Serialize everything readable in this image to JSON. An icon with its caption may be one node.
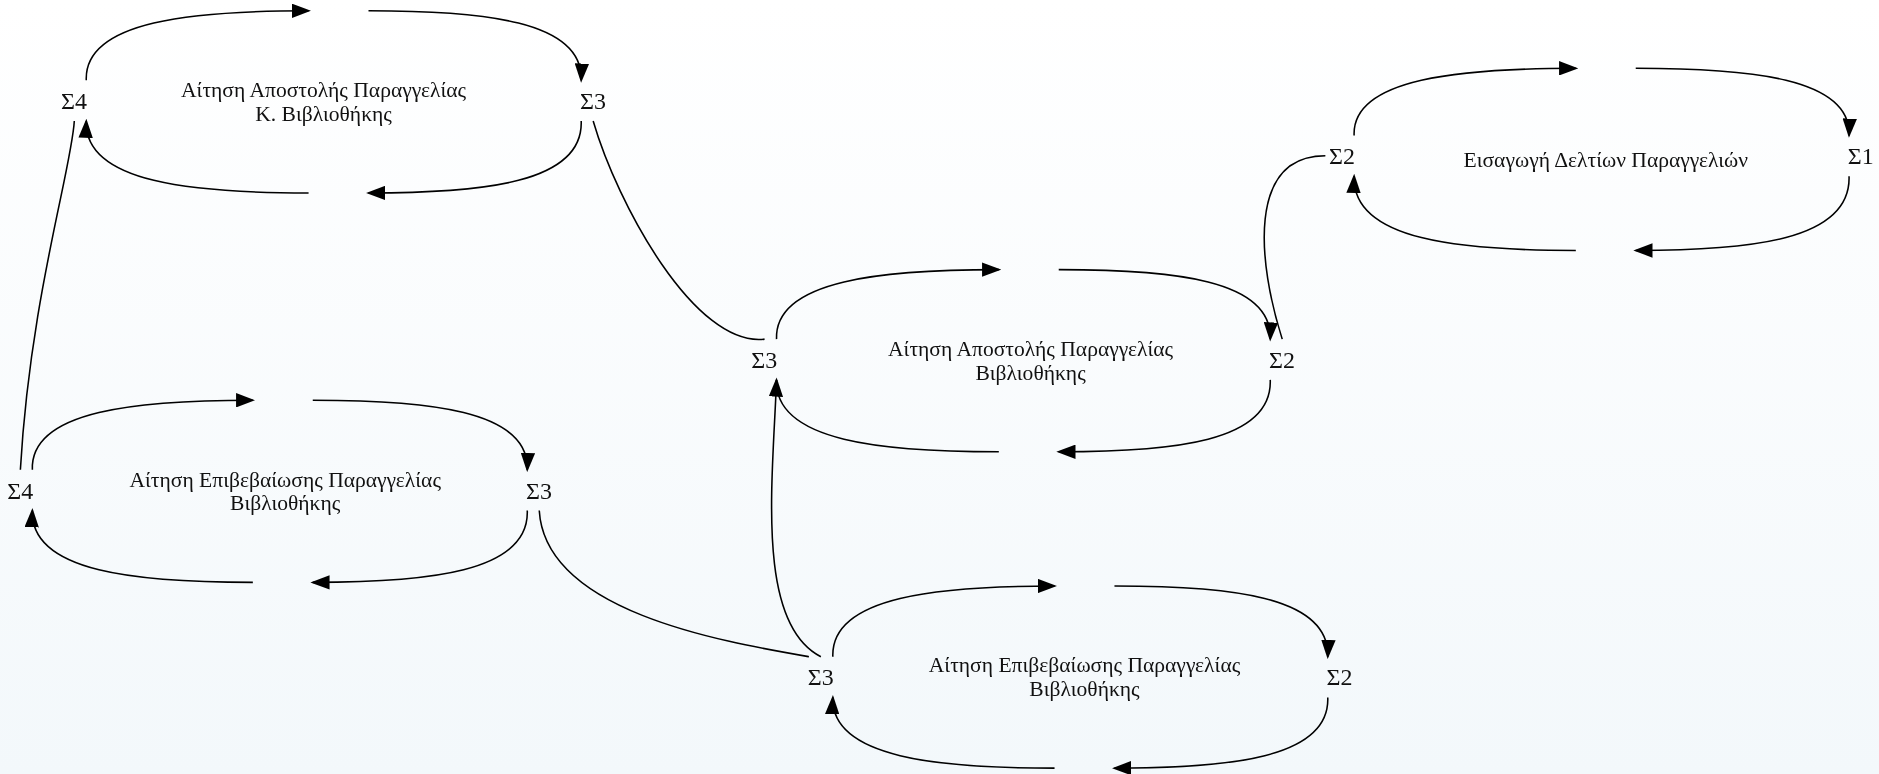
{
  "diagram": {
    "nodes": [
      {
        "text": [
          "Σ4"
        ]
      },
      {
        "text": [
          "Αίτηση Αποστολής Παραγγελίας Κ. Βιβλιοθήκης"
        ]
      },
      {
        "text": [
          "Σ3"
        ]
      },
      {
        "text": [
          "Σ2"
        ]
      },
      {
        "text": [
          "Εισαγωγή Δελτίων Παραγγελιών"
        ]
      },
      {
        "text": [
          "Σ1"
        ]
      },
      {
        "text": [
          "Σ3"
        ]
      },
      {
        "text": [
          "Αίτηση Αποστολής Παραγγελίας Βιβλιοθήκης"
        ]
      },
      {
        "text": [
          "Σ2"
        ]
      },
      {
        "text": [
          "Σ4"
        ]
      },
      {
        "text": [
          "Αίτηση Επιβεβαίωσης Παραγγελίας Βιβλιοθήκης"
        ]
      },
      {
        "text": [
          "Σ3"
        ]
      },
      {
        "text": [
          "Σ3"
        ]
      },
      {
        "text": [
          "Αίτηση Επιβεβαίωσης Παραγγελίας Βιβλιοθήκης"
        ]
      },
      {
        "text": [
          "Σ2"
        ]
      }
    ],
    "edges": [
      {
        "from": 0,
        "to": null,
        "arrow": "to"
      },
      {
        "from": null,
        "to": 2,
        "arrow": "to"
      },
      {
        "from": 2,
        "to": null,
        "arrow": "to"
      },
      {
        "from": null,
        "to": 0,
        "arrow": "to"
      },
      {
        "from": 3,
        "to": null,
        "arrow": "to"
      },
      {
        "from": null,
        "to": 5,
        "arrow": "to"
      },
      {
        "from": 5,
        "to": null,
        "arrow": "to"
      },
      {
        "from": null,
        "to": 3,
        "arrow": "to"
      },
      {
        "from": 6,
        "to": null,
        "arrow": "to"
      },
      {
        "from": null,
        "to": 8,
        "arrow": "to"
      },
      {
        "from": 8,
        "to": null,
        "arrow": "to"
      },
      {
        "from": null,
        "to": 6,
        "arrow": "to"
      },
      {
        "from": 9,
        "to": null,
        "arrow": "to"
      },
      {
        "from": null,
        "to": 11,
        "arrow": "to"
      },
      {
        "from": 11,
        "to": null,
        "arrow": "to"
      },
      {
        "from": null,
        "to": 9,
        "arrow": "to"
      },
      {
        "from": 12,
        "to": null,
        "arrow": "to"
      },
      {
        "from": null,
        "to": 14,
        "arrow": "to"
      },
      {
        "from": 14,
        "to": null,
        "arrow": "to"
      },
      {
        "from": null,
        "to": 12,
        "arrow": "to"
      },
      {
        "from": 2,
        "to": 6,
        "arrow": "none"
      },
      {
        "from": 0,
        "to": 9,
        "arrow": "none"
      },
      {
        "from": 11,
        "to": 12,
        "arrow": "none"
      },
      {
        "from": 6,
        "to": 12,
        "arrow": "none"
      },
      {
        "from": 8,
        "to": 3,
        "arrow": "none"
      }
    ]
  }
}
